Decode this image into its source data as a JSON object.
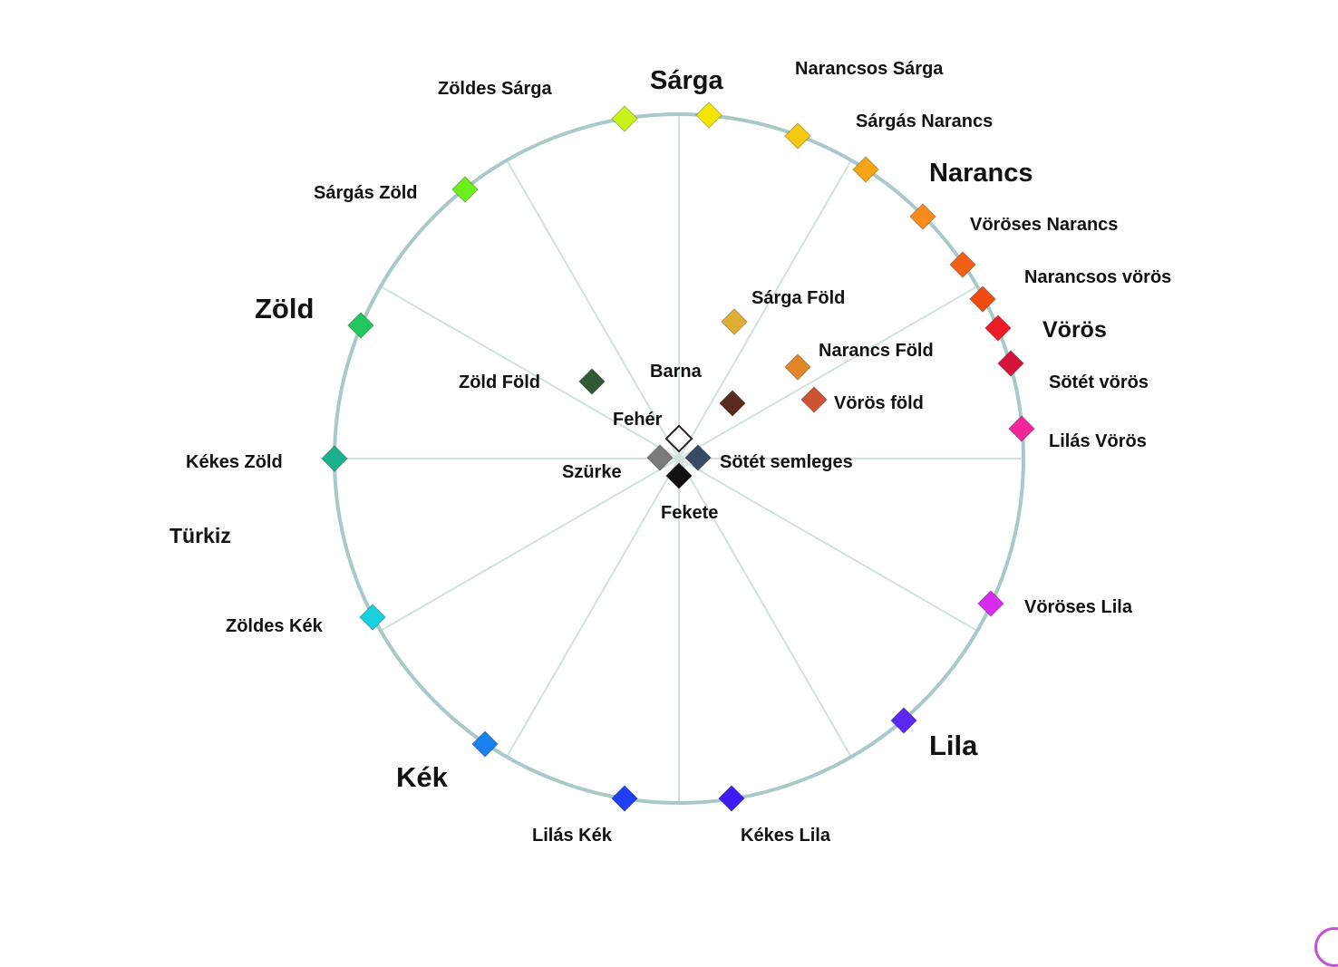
{
  "diagram": {
    "major_labels": [
      "Sárga",
      "Narancs",
      "Vörös",
      "Lila",
      "Kék",
      "Zöld",
      "Türkiz"
    ],
    "hue_markers": [
      {
        "label": "Sárga",
        "color": "#f5e400"
      },
      {
        "label": "Narancsos Sárga",
        "color": "#f6c80f"
      },
      {
        "label": "Sárgás Narancs",
        "color": "#f7a516"
      },
      {
        "label": "Narancs",
        "color": "#f78b1c"
      },
      {
        "label": "Vöröses Narancs",
        "color": "#f36015"
      },
      {
        "label": "Narancsos vörös",
        "color": "#f24b12"
      },
      {
        "label": "Vörös",
        "color": "#ee1c24"
      },
      {
        "label": "Sötét vörös",
        "color": "#d4133c"
      },
      {
        "label": "Lilás Vörös",
        "color": "#f2269b"
      },
      {
        "label": "Vöröses Lila",
        "color": "#d72bf0"
      },
      {
        "label": "Lila",
        "color": "#5b27f2"
      },
      {
        "label": "Kékes Lila",
        "color": "#3d1cf4"
      },
      {
        "label": "Lilás Kék",
        "color": "#1f3ff6"
      },
      {
        "label": "Kék",
        "color": "#1980f0"
      },
      {
        "label": "Zöldes Kék",
        "color": "#18d0df"
      },
      {
        "label": "Kékes Zöld",
        "color": "#1bb18d"
      },
      {
        "label": "Zöld",
        "color": "#1fc85a"
      },
      {
        "label": "Sárgás Zöld",
        "color": "#6bf01b"
      },
      {
        "label": "Zöldes Sárga",
        "color": "#c8f21a"
      }
    ],
    "inner_markers": [
      {
        "label": "Sárga Föld",
        "color": "#e0ad35"
      },
      {
        "label": "Narancs Föld",
        "color": "#e2862a"
      },
      {
        "label": "Vörös föld",
        "color": "#cd5430"
      },
      {
        "label": "Barna",
        "color": "#5a2a1e"
      },
      {
        "label": "Zöld Föld",
        "color": "#2f5a36"
      },
      {
        "label": "Fehér",
        "color": "#ffffff"
      },
      {
        "label": "Szürke",
        "color": "#7a7a7a"
      },
      {
        "label": "Sötét semleges",
        "color": "#394a66"
      },
      {
        "label": "Fekete",
        "color": "#111111"
      }
    ],
    "ring_color": "#a9c9c9",
    "spoke_color": "#cfe2de"
  }
}
